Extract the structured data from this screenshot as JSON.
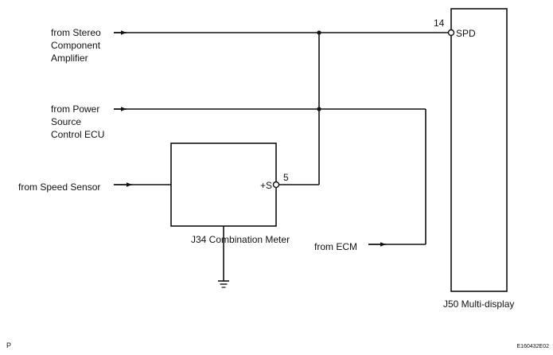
{
  "sources": {
    "stereo": [
      "from Stereo",
      "Component",
      "Amplifier"
    ],
    "power": [
      "from Power",
      "Source",
      "Control ECU"
    ],
    "speed_sensor": "from Speed Sensor",
    "ecm": "from ECM"
  },
  "combination_meter": {
    "name": "J34 Combination Meter",
    "terminal_label": "+S",
    "terminal_pin": "5"
  },
  "multi_display": {
    "name": "J50 Multi-display",
    "terminal_label": "SPD",
    "terminal_pin": "14"
  },
  "footer": {
    "left_mark": "P",
    "code": "E160432E02"
  }
}
